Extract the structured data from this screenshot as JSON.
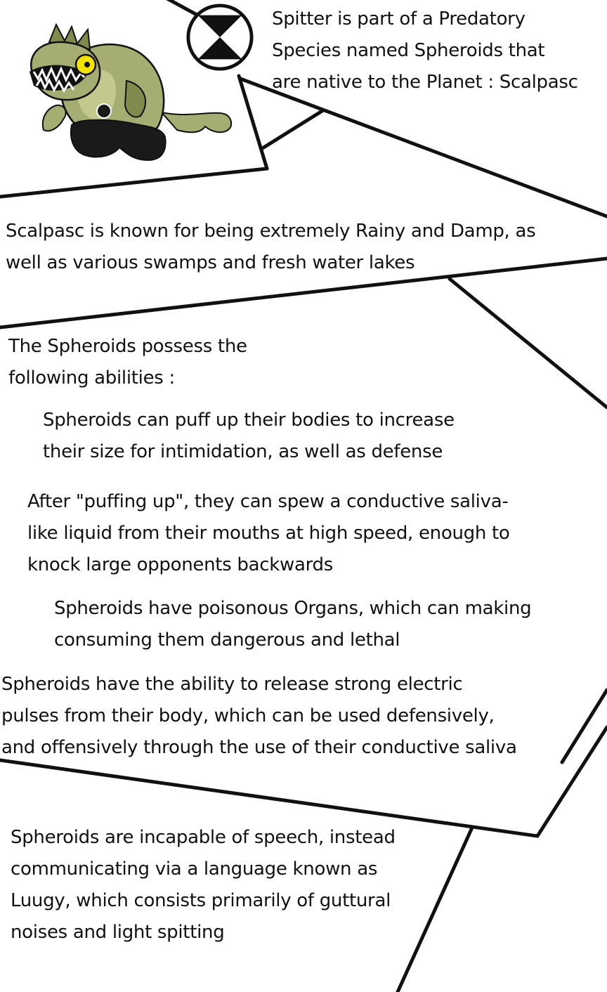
{
  "colors": {
    "ink": "#111111",
    "creature_body": "#a6ad72",
    "creature_shade": "#7f8a4c",
    "creature_belly": "#c3c88f",
    "eye": "#f2e200",
    "shorts": "#1a1a1a"
  },
  "icons": {
    "creature": "spheroid-creature-illustration",
    "badge": "omnitrix-badge-icon"
  },
  "panels": {
    "intro": {
      "lines": [
        "Spitter is part of a Predatory",
        "Species named Spheroids that",
        "are native to the Planet : Scalpasc"
      ]
    },
    "planet": {
      "lines": [
        "Scalpasc is known for being extremely Rainy and Damp, as",
        "well as various swamps and fresh water lakes"
      ]
    },
    "abilities_intro": {
      "lines": [
        "The Spheroids possess the",
        "following abilities :"
      ]
    },
    "ability_puff": {
      "lines": [
        "Spheroids can puff up their bodies to increase",
        "their size for intimidation, as well as defense"
      ]
    },
    "ability_spew": {
      "lines": [
        "After \"puffing up\", they can spew a conductive saliva-",
        "like liquid from their mouths at high speed, enough to",
        "knock large opponents backwards"
      ]
    },
    "ability_poison": {
      "lines": [
        "Spheroids have poisonous Organs, which can making",
        "consuming them dangerous and lethal"
      ]
    },
    "ability_electric": {
      "lines": [
        "Spheroids have the ability to release strong electric",
        "pulses from their body, which can be used defensively,",
        "and offensively through the use of their conductive saliva"
      ]
    },
    "speech": {
      "lines": [
        "Spheroids are incapable of speech, instead",
        "communicating via a language known as",
        "Luugy, which consists primarily of guttural",
        "noises and light spitting"
      ]
    }
  }
}
